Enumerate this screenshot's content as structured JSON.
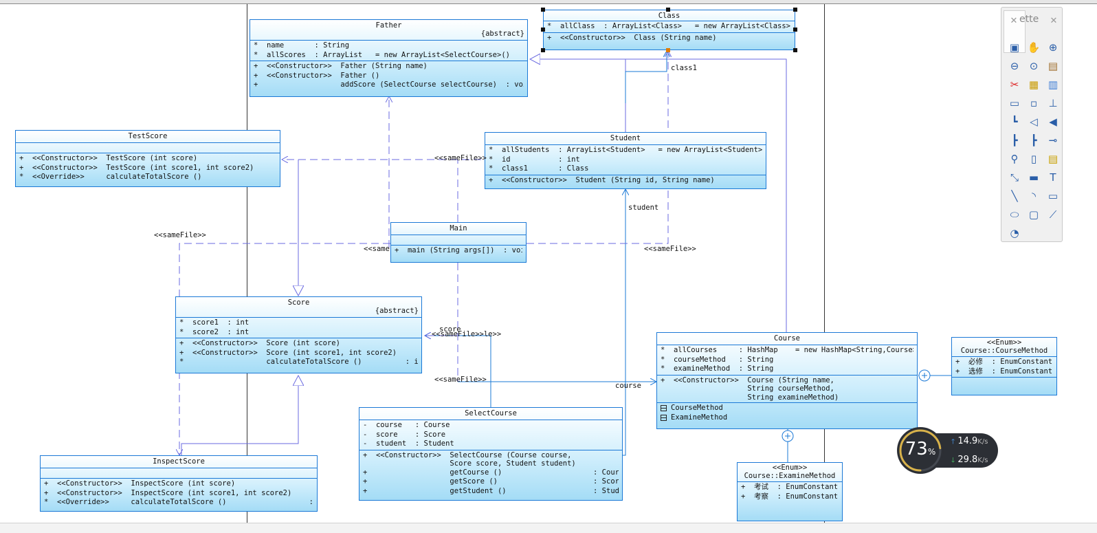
{
  "palette": {
    "title": "ette",
    "tools": [
      {
        "icon": "select-icon"
      },
      {
        "icon": "hand-icon"
      },
      {
        "icon": "zoom-in-icon"
      },
      {
        "icon": "zoom-out-icon"
      },
      {
        "icon": "zoom-fit-icon"
      },
      {
        "icon": "properties-icon"
      },
      {
        "icon": "cut-icon"
      },
      {
        "icon": "package-icon"
      },
      {
        "icon": "table-icon"
      },
      {
        "icon": "class-icon"
      },
      {
        "icon": "small-box-icon"
      },
      {
        "icon": "hierarchy-icon"
      },
      {
        "icon": "inheritance-icon"
      },
      {
        "icon": "realization-icon"
      },
      {
        "icon": "association-icon"
      },
      {
        "icon": "tree-icon"
      },
      {
        "icon": "tree-alt-icon"
      },
      {
        "icon": "link-icon"
      },
      {
        "icon": "pin-icon"
      },
      {
        "icon": "note-icon"
      },
      {
        "icon": "note-alt-icon"
      },
      {
        "icon": "anchor-icon"
      },
      {
        "icon": "container-icon"
      },
      {
        "icon": "text-icon"
      },
      {
        "icon": "line-icon"
      },
      {
        "icon": "arc-icon"
      },
      {
        "icon": "rectangle-icon"
      },
      {
        "icon": "ellipse-icon"
      },
      {
        "icon": "rounded-rect-icon"
      },
      {
        "icon": "polyline-icon"
      },
      {
        "icon": "freeform-icon"
      }
    ]
  },
  "classes": {
    "father": {
      "name": "Father",
      "modifier": "{abstract}",
      "attributes": [
        "*  name       : String",
        "*  allScores  : ArrayList   = new ArrayList<SelectCourse>()"
      ],
      "operations": [
        "+  <<Constructor>>  Father (String name)",
        "+  <<Constructor>>  Father ()",
        "+                   addScore (SelectCourse selectCourse)  : void"
      ]
    },
    "class": {
      "name": "Class",
      "attributes": [
        "*  allClass  : ArrayList<Class>   = new ArrayList<Class>()"
      ],
      "operations": [
        "+  <<Constructor>>  Class (String name)"
      ]
    },
    "testscore": {
      "name": "TestScore",
      "operations": [
        "+  <<Constructor>>  TestScore (int score)",
        "+  <<Constructor>>  TestScore (int score1, int score2)",
        "*  <<Override>>     calculateTotalScore ()                   : int"
      ]
    },
    "student": {
      "name": "Student",
      "attributes": [
        "*  allStudents  : ArrayList<Student>   = new ArrayList<Student>()",
        "*  id           : int",
        "*  class1       : Class"
      ],
      "operations": [
        "+  <<Constructor>>  Student (String id, String name)"
      ]
    },
    "main": {
      "name": "Main",
      "operations": [
        "+  main (String args[])  : void"
      ]
    },
    "score": {
      "name": "Score",
      "modifier": "{abstract}",
      "attributes": [
        "*  score1  : int",
        "*  score2  : int"
      ],
      "operations": [
        "+  <<Constructor>>  Score (int score)",
        "+  <<Constructor>>  Score (int score1, int score2)",
        "*                   calculateTotalScore ()          : int"
      ]
    },
    "course": {
      "name": "Course",
      "attributes": [
        "*  allCourses     : HashMap    = new HashMap<String,Course>()",
        "*  courseMethod   : String",
        "*  examineMethod  : String"
      ],
      "operations": [
        "+  <<Constructor>>  Course (String name,\n                    String courseMethod,\n                    String examineMethod)"
      ],
      "nested": [
        "CourseMethod",
        "ExamineMethod"
      ]
    },
    "coursemethod": {
      "stereotype": "<<Enum>>",
      "name": "Course::CourseMethod",
      "attributes": [
        "+  必修  : EnumConstant",
        "+  选修  : EnumConstant"
      ]
    },
    "selectcourse": {
      "name": "SelectCourse",
      "attributes": [
        "-  course   : Course",
        "-  score    : Score",
        "-  student  : Student"
      ],
      "operations": [
        "+  <<Constructor>>  SelectCourse (Course course,\n                    Score score, Student student)",
        "+                   getCourse ()                     : Course",
        "+                   getScore ()                      : Score",
        "+                   getStudent ()                    : Student"
      ]
    },
    "inspectscore": {
      "name": "InspectScore",
      "operations": [
        "+  <<Constructor>>  InspectScore (int score)",
        "+  <<Constructor>>  InspectScore (int score1, int score2)",
        "*  <<Override>>     calculateTotalScore ()                   : int"
      ]
    },
    "examinemethod": {
      "stereotype": "<<Enum>>",
      "name": "Course::ExamineMethod",
      "attributes": [
        "+  考试  : EnumConstant",
        "+  考察  : EnumConstant"
      ]
    }
  },
  "edge_labels": {
    "samefile_testscore": "<<sameFile>>",
    "samefile_left": "<<sameFile>>",
    "samefile_main": "<<same",
    "samefile_student": "<<sameFile>>",
    "samefile_score": "<<sameFile>>le>>",
    "samefile_course": "<<sameFile>>",
    "role_class1": "class1",
    "role_student": "student",
    "role_score": "score",
    "role_course": "course"
  },
  "network": {
    "percent": "73",
    "percent_unit": "%",
    "upload": "14.9",
    "download": "29.8",
    "unit": "K/s"
  }
}
